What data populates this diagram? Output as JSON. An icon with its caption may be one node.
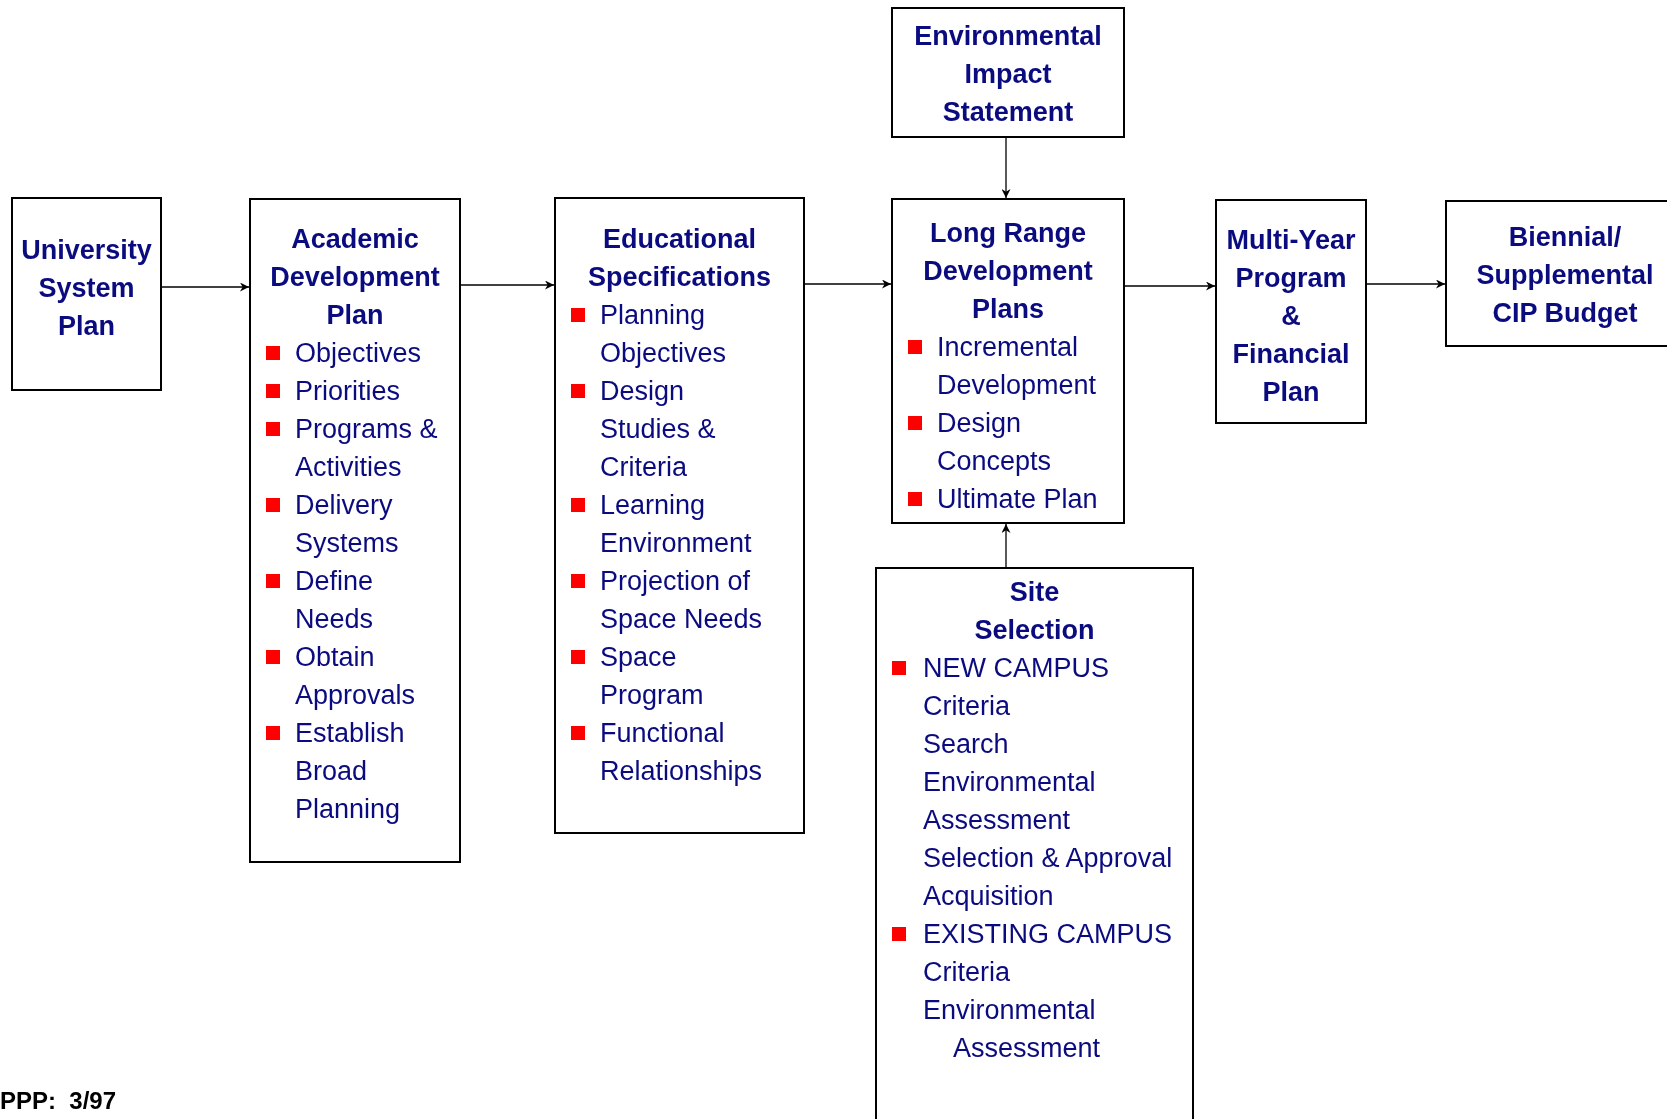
{
  "diagram": {
    "nodes": [
      {
        "text": [
          "University System Plan"
        ]
      },
      {
        "text": [
          "Academic Development Plan",
          "Objectives",
          "Priorities",
          "Programs & Activities",
          "Delivery Systems",
          "Define Needs",
          "Obtain Approvals",
          "Establish Broad Planning"
        ]
      },
      {
        "text": [
          "Educational Specifications",
          "Planning Objectives",
          "Design Studies & Criteria",
          "Learning Environment",
          "Projection of Space Needs",
          "Space Program",
          "Functional Relationships"
        ]
      },
      {
        "text": [
          "Environmental Impact Statement"
        ]
      },
      {
        "text": [
          "Long Range Development Plans",
          "Incremental Development",
          "Design Concepts",
          "Ultimate Plan"
        ]
      },
      {
        "text": [
          "Site Selection",
          "NEW CAMPUS",
          "Criteria",
          "Search",
          "Environmental Assessment",
          "Selection & Approval",
          "Acquisition",
          "EXISTING CAMPUS",
          "Criteria",
          "Environmental Assessment"
        ]
      },
      {
        "text": [
          "Multi-Year Program & Financial Plan"
        ]
      },
      {
        "text": [
          "Biennial/ Supplemental CIP Budget"
        ]
      }
    ],
    "edges": [
      {
        "from": 0,
        "to": 1,
        "arrow": "to"
      },
      {
        "from": 1,
        "to": 2,
        "arrow": "to"
      },
      {
        "from": 2,
        "to": 4,
        "arrow": "to"
      },
      {
        "from": 3,
        "to": 4,
        "arrow": "to"
      },
      {
        "from": 5,
        "to": 4,
        "arrow": "to"
      },
      {
        "from": 4,
        "to": 6,
        "arrow": "to"
      },
      {
        "from": 6,
        "to": 7,
        "arrow": "to"
      }
    ],
    "labels": [
      "PPP:  3/97"
    ]
  }
}
